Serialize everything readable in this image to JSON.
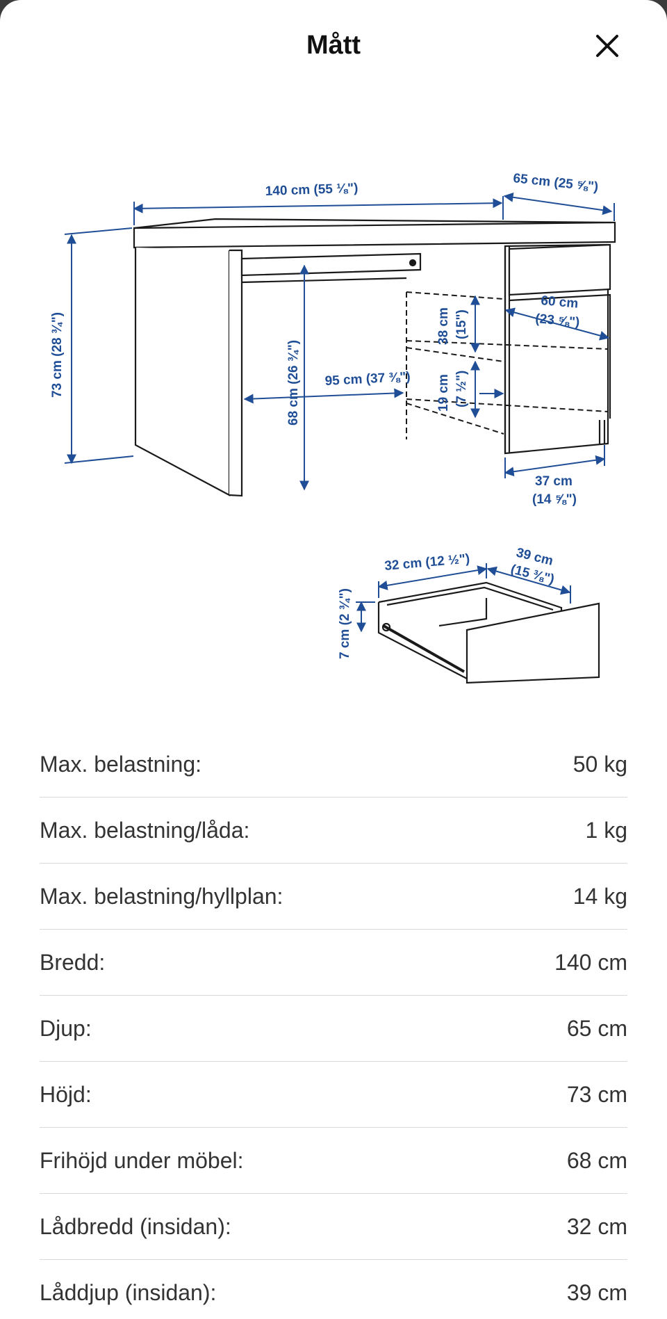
{
  "header": {
    "title": "Mått"
  },
  "diagram": {
    "width_label": "140 cm (55 ⅛\")",
    "depth_label": "65 cm (25 ⅝\")",
    "height_label": "73 cm (28 ¾\")",
    "clearance_label": "68 cm (26 ¾\")",
    "knee_width_label": "95 cm (37 ⅜\")",
    "shelf_top_label_1": "38 cm",
    "shelf_top_label_2": "(15\")",
    "shelf_bottom_label_1": "19 cm",
    "shelf_bottom_label_2": "(7 ½\")",
    "cabinet_depth_label_1": "60 cm",
    "cabinet_depth_label_2": "(23 ⅝\")",
    "cabinet_width_label_1": "37 cm",
    "cabinet_width_label_2": "(14 ⅝\")",
    "drawer_width_label": "32 cm (12 ½\")",
    "drawer_depth_label_1": "39 cm",
    "drawer_depth_label_2": "(15 ⅜\")",
    "drawer_height_label": "7 cm (2 ¾\")"
  },
  "specs": [
    {
      "label": "Max. belastning:",
      "value": "50 kg"
    },
    {
      "label": "Max. belastning/låda:",
      "value": "1 kg"
    },
    {
      "label": "Max. belastning/hyllplan:",
      "value": "14 kg"
    },
    {
      "label": "Bredd:",
      "value": "140 cm"
    },
    {
      "label": "Djup:",
      "value": "65 cm"
    },
    {
      "label": "Höjd:",
      "value": "73 cm"
    },
    {
      "label": "Frihöjd under möbel:",
      "value": "68 cm"
    },
    {
      "label": "Lådbredd (insidan):",
      "value": "32 cm"
    },
    {
      "label": "Låddjup (insidan):",
      "value": "39 cm"
    }
  ]
}
